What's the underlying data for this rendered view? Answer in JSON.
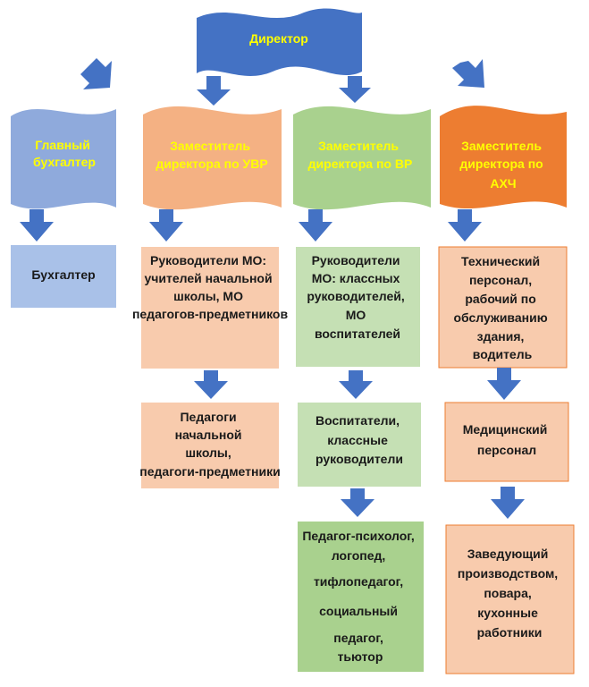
{
  "director": "Директор",
  "chief_accountant": "Главный бухгалтер",
  "deputies": [
    {
      "label": "Заместитель директора по УВР"
    },
    {
      "label": "Заместитель директора по ВР"
    },
    {
      "label": "Заместитель директора по АХЧ"
    }
  ],
  "accountant": "Бухгалтер",
  "uvr_column": [
    "Руководители МО: учителей начальной школы, МО педагогов-предметников",
    "Педагоги начальной школы, педагоги-предметники"
  ],
  "vr_column": [
    "Руководители МО: классных руководителей, МО воспитателей",
    "Воспитатели, классные руководители",
    "Педагог-психолог, логопед, тифлопедагог, социальный педагог, тьютор"
  ],
  "ahch_column": [
    "Технический персонал, рабочий по обслуживанию здания, водитель",
    "Медицинский персонал",
    "Заведующий производством, повара, кухонные работники"
  ],
  "colors": {
    "arrow": "#4472C4",
    "director_fill": "#4472C4",
    "director_text": "#FFFF00",
    "chief_fill": "#8FAADC",
    "chief_text": "#FFFF00",
    "uvr_fill": "#F4B183",
    "uvr_text": "#FFFF00",
    "vr_fill": "#A9D18E",
    "vr_text": "#FFFF00",
    "ahch_fill": "#ED7D31",
    "ahch_text": "#FFFF00",
    "accountant_box": "#A9C1E8",
    "uvr_box": "#F8CBAD",
    "vr_box": "#C5E0B4",
    "ahch_box": "#F8CBAD"
  }
}
